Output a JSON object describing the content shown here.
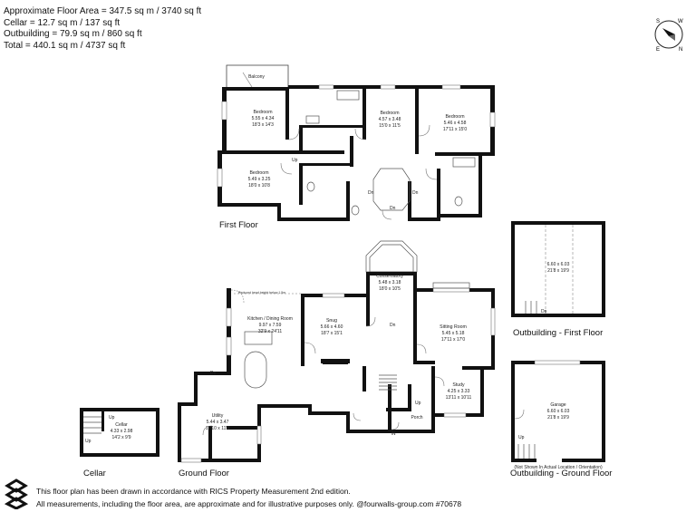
{
  "areas": [
    "Approximate Floor Area = 347.5 sq m / 3740 sq ft",
    "Cellar = 12.7 sq m / 137 sq ft",
    "Outbuilding = 79.9 sq m / 860 sq ft",
    "Total = 440.1 sq m / 4737 sq ft"
  ],
  "floors": {
    "first": "First Floor",
    "ground": "Ground Floor",
    "cellar": "Cellar",
    "out_first": "Outbuilding - First Floor",
    "out_ground": "Outbuilding - Ground Floor"
  },
  "rooms": {
    "balcony": "Balcony",
    "bed1": {
      "name": "Bedroom",
      "metric": "5.55 x 4.34",
      "imperial": "18'3 x 14'3"
    },
    "bed2": {
      "name": "Bedroom",
      "metric": "4.57 x 3.48",
      "imperial": "15'0 x 11'5"
    },
    "bed3": {
      "name": "Bedroom",
      "metric": "5.46 x 4.58",
      "imperial": "17'11 x 15'0"
    },
    "bed4": {
      "name": "Bedroom",
      "metric": "5.49 x 3.25",
      "imperial": "18'0 x 10'8"
    },
    "conservatory": {
      "name": "Conservatory",
      "metric": "5.48 x 3.18",
      "imperial": "18'0 x 10'5"
    },
    "kitchen": {
      "name": "Kitchen / Dining Room",
      "metric": "9.97 x 7.59",
      "imperial": "32'9 x 24'11"
    },
    "snug": {
      "name": "Snug",
      "metric": "5.66 x 4.60",
      "imperial": "18'7 x 15'1"
    },
    "sitting": {
      "name": "Sitting Room",
      "metric": "5.45 x 5.18",
      "imperial": "17'11 x 17'0"
    },
    "study": {
      "name": "Study",
      "metric": "4.25 x 3.33",
      "imperial": "13'11 x 10'11"
    },
    "utility": {
      "name": "Utility",
      "metric": "5.44 x 3.47",
      "imperial": "17'10 x 11'5"
    },
    "cellar": {
      "name": "Cellar",
      "metric": "4.33 x 2.98",
      "imperial": "14'2 x 9'9"
    },
    "out_upper": {
      "metric": "6.60 x 6.03",
      "imperial": "21'8 x 19'9"
    },
    "garage": {
      "name": "Garage",
      "metric": "6.60 x 6.03",
      "imperial": "21'8 x 19'9"
    },
    "porch": "Porch"
  },
  "marks": {
    "up": "Up",
    "dn": "Dn",
    "in": "IN",
    "reduced_headroom": "Reduced head height below 1.5m",
    "not_shown": "(Not Shown In Actual Location / Orientation)"
  },
  "compass": {
    "n": "N",
    "s": "S",
    "e": "E",
    "w": "W"
  },
  "footer": {
    "line1": "This floor plan has been drawn in accordance with RICS Property Measurement 2nd edition.",
    "line2": "All measurements, including the floor area, are approximate and for illustrative purposes only. @fourwalls-group.com #70678"
  }
}
